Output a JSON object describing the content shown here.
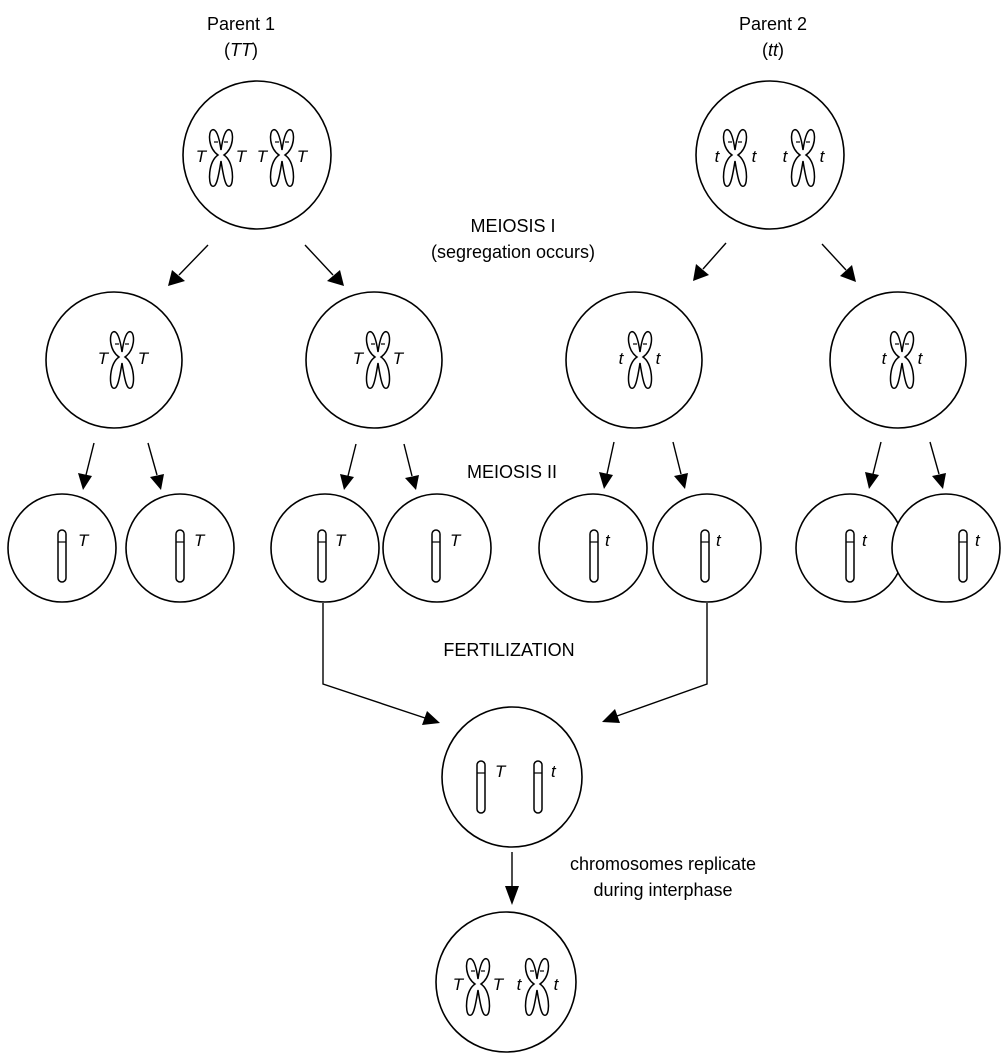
{
  "labels": {
    "parent1_name": "Parent 1",
    "parent1_genotype_open": "(",
    "parent1_genotype": "TT",
    "parent1_genotype_close": ")",
    "parent2_name": "Parent 2",
    "parent2_genotype_open": "(",
    "parent2_genotype": "tt",
    "parent2_genotype_close": ")",
    "meiosis1": "MEIOSIS I",
    "meiosis1_note": "(segregation occurs)",
    "meiosis2": "MEIOSIS II",
    "fertilization": "FERTILIZATION",
    "interphase_line1": "chromosomes replicate",
    "interphase_line2": "during interphase"
  },
  "alleles": {
    "dominant": "T",
    "recessive": "t"
  },
  "colors": {
    "ink": "#000000",
    "background": "#ffffff"
  }
}
